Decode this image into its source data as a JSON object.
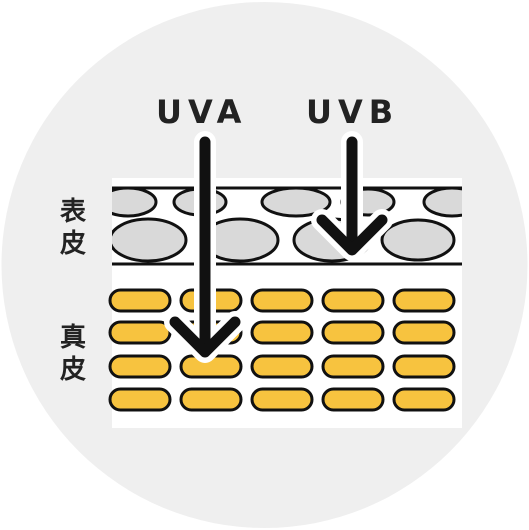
{
  "diagram": {
    "rays": [
      {
        "label": "UVA"
      },
      {
        "label": "UVB"
      }
    ],
    "layers": [
      {
        "label_lines": [
          "表",
          "皮"
        ]
      },
      {
        "label_lines": [
          "真",
          "皮"
        ]
      }
    ],
    "colors": {
      "background_circle": "#efefef",
      "panel": "#ffffff",
      "ink": "#111111",
      "epidermis_cell": "#d9d9d9",
      "dermis_cell": "#f7c33f"
    }
  }
}
